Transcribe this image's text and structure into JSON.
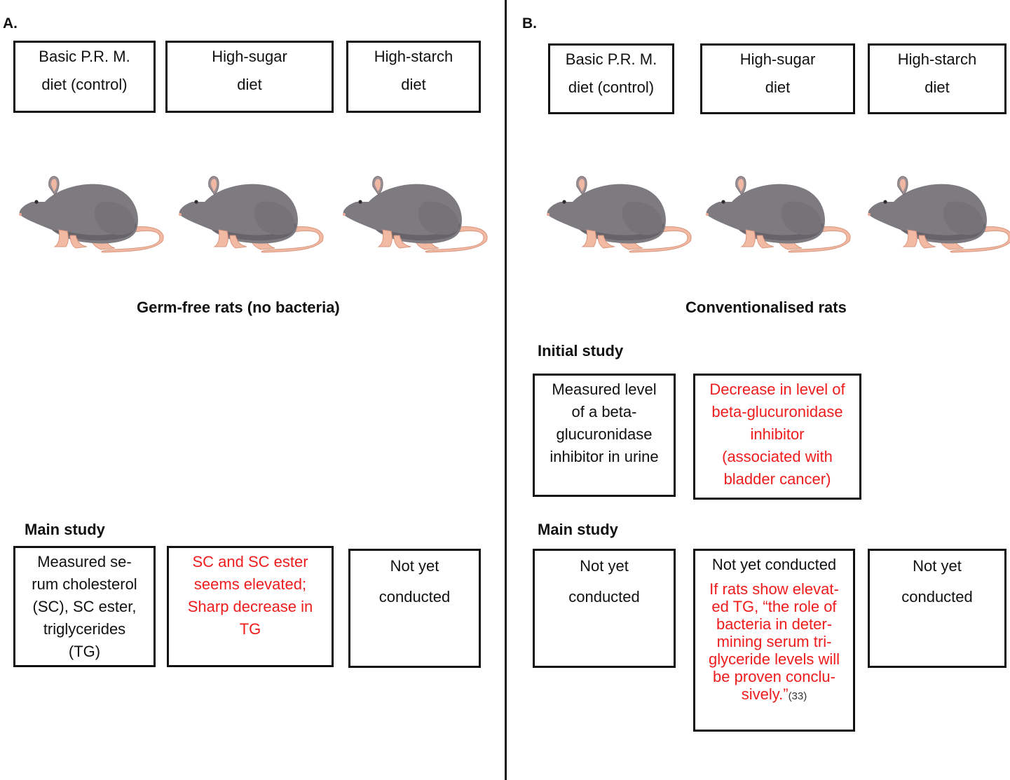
{
  "panel_a": {
    "label": "A.",
    "diets": [
      {
        "lines": [
          "Basic P.R. M.",
          "diet (control)"
        ]
      },
      {
        "lines": [
          "High-sugar",
          "diet"
        ]
      },
      {
        "lines": [
          "High-starch",
          "diet"
        ]
      }
    ],
    "rats_caption": "Germ-free rats (no bacteria)",
    "main_study": {
      "heading": "Main  study",
      "boxes": [
        {
          "lines": [
            "Measured se-",
            "rum cholesterol",
            "(SC), SC  ester,",
            "triglycerides",
            "(TG)"
          ]
        },
        {
          "lines": [
            "SC and SC ester",
            "seems elevated;",
            "Sharp decrease in",
            "TG"
          ]
        },
        {
          "lines": [
            "Not yet",
            "conducted"
          ]
        }
      ]
    }
  },
  "panel_b": {
    "label": "B.",
    "diets": [
      {
        "lines": [
          "Basic P.R. M.",
          "diet (control)"
        ]
      },
      {
        "lines": [
          "High-sugar",
          "diet"
        ]
      },
      {
        "lines": [
          "High-starch",
          "diet"
        ]
      }
    ],
    "rats_caption": "Conventionalised rats",
    "initial_study": {
      "heading": "Initial study",
      "boxes": [
        {
          "lines": [
            "Measured level",
            "of  a beta-",
            "glucuronidase",
            "inhibitor in urine"
          ]
        },
        {
          "lines": [
            "Decrease in level of",
            "beta-glucuronidase",
            "inhibitor",
            "(associated with",
            "bladder cancer)"
          ]
        }
      ]
    },
    "main_study": {
      "heading": "Main  study",
      "boxes": [
        {
          "lines": [
            "Not yet",
            "conducted"
          ]
        },
        {
          "title": "Not yet conducted",
          "lines": [
            "If rats show elevat-",
            "ed TG, “the role of",
            "bacteria in deter-",
            "mining serum tri-",
            "glyceride levels will",
            "be proven conclu-",
            "sively.”"
          ],
          "citation": "(33)"
        },
        {
          "lines": [
            "Not yet",
            "conducted"
          ]
        }
      ]
    }
  },
  "colors": {
    "highlight": "#ee1c1c",
    "border": "#111111"
  },
  "icons": {
    "rat": "rat-icon"
  }
}
